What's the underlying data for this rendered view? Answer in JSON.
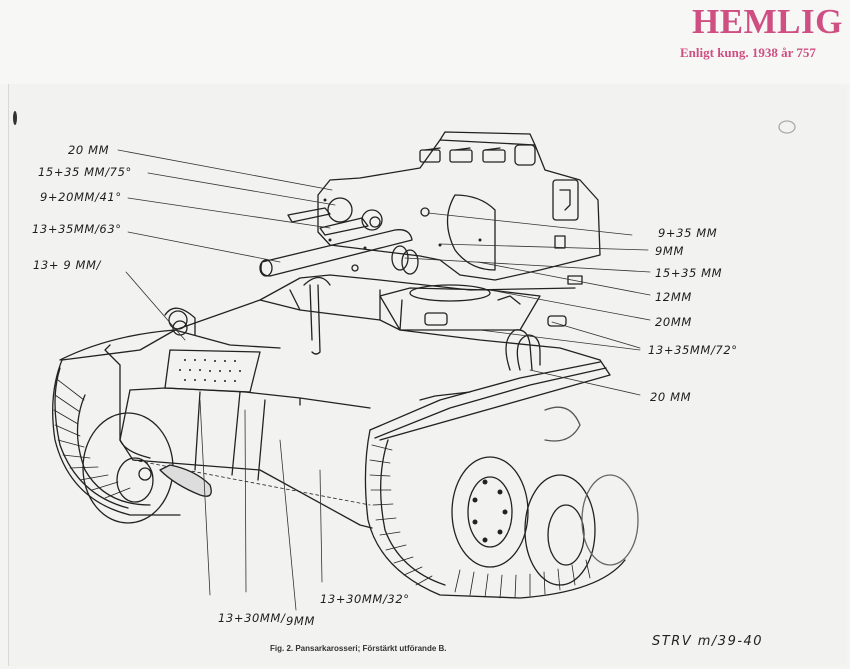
{
  "stamp": {
    "title": "HEMLIG",
    "subtitle": "Enligt kung. 1938 år 757"
  },
  "labels": {
    "l_20mm_top": "20 MM",
    "l_15_35_75": "15+35 MM/75°",
    "l_9_20_41": "9+20MM/41°",
    "l_13_35_63": "13+35MM/63°",
    "l_13_9": "13+ 9 MM/",
    "r_9_35": "9+35 MM",
    "r_9mm": "9MM",
    "r_15_35": "15+35 MM",
    "r_12mm": "12MM",
    "r_20mm": "20MM",
    "r_13_35_72": "13+35MM/72°",
    "r_20mm_low": "20 MM",
    "b_13_30": "13+30MM/",
    "b_9mm": "9MM",
    "b_13_30_32": "13+30MM/32°"
  },
  "caption": "Fig. 2.  Pansarkarosseri; Förstärkt utförande B.",
  "model": "STRV m/39-40"
}
